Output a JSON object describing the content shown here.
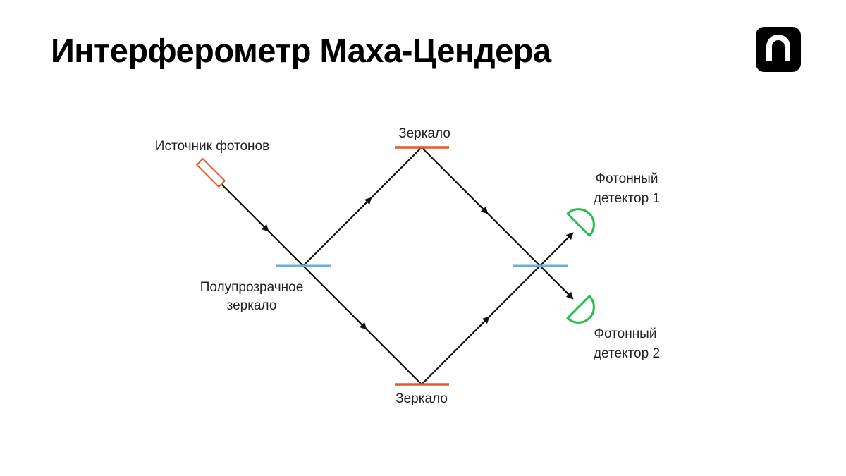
{
  "title": "Интерферометр Маха-Цендера",
  "logo": {
    "icon": "arch-logo-icon"
  },
  "colors": {
    "beam": "#111111",
    "mirror": "#e0592e",
    "splitter": "#6aaed6",
    "detector": "#1fc04a",
    "source": "#e0592e",
    "text": "#222222"
  },
  "labels": {
    "source": "Источник фотонов",
    "mirror_top": "Зеркало",
    "mirror_bottom": "Зеркало",
    "splitter_line1": "Полупрозрачное",
    "splitter_line2": "зеркало",
    "detector1_line1": "Фотонный",
    "detector1_line2": "детектор 1",
    "detector2_line1": "Фотонный",
    "detector2_line2": "детектор 2"
  }
}
